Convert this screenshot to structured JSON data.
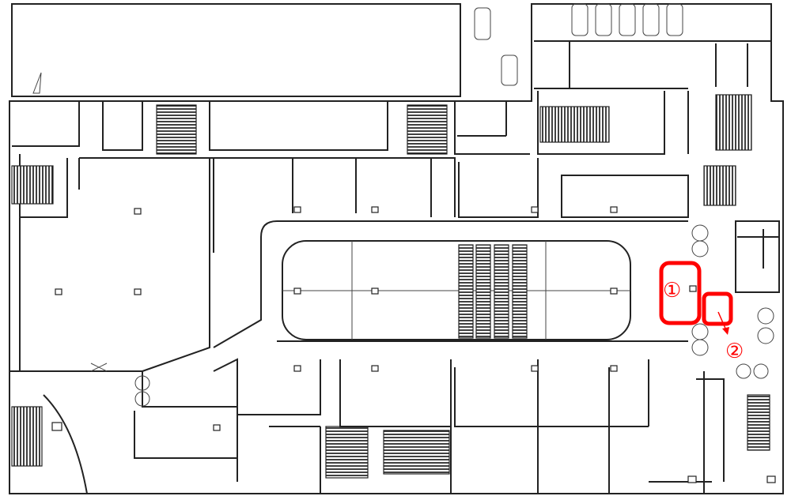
{
  "annotations": [
    {
      "id": 1,
      "label": "①"
    },
    {
      "id": 2,
      "label": "②"
    }
  ],
  "colors": {
    "annotation": "#ff0000",
    "walls": "#222222",
    "background": "#ffffff"
  }
}
